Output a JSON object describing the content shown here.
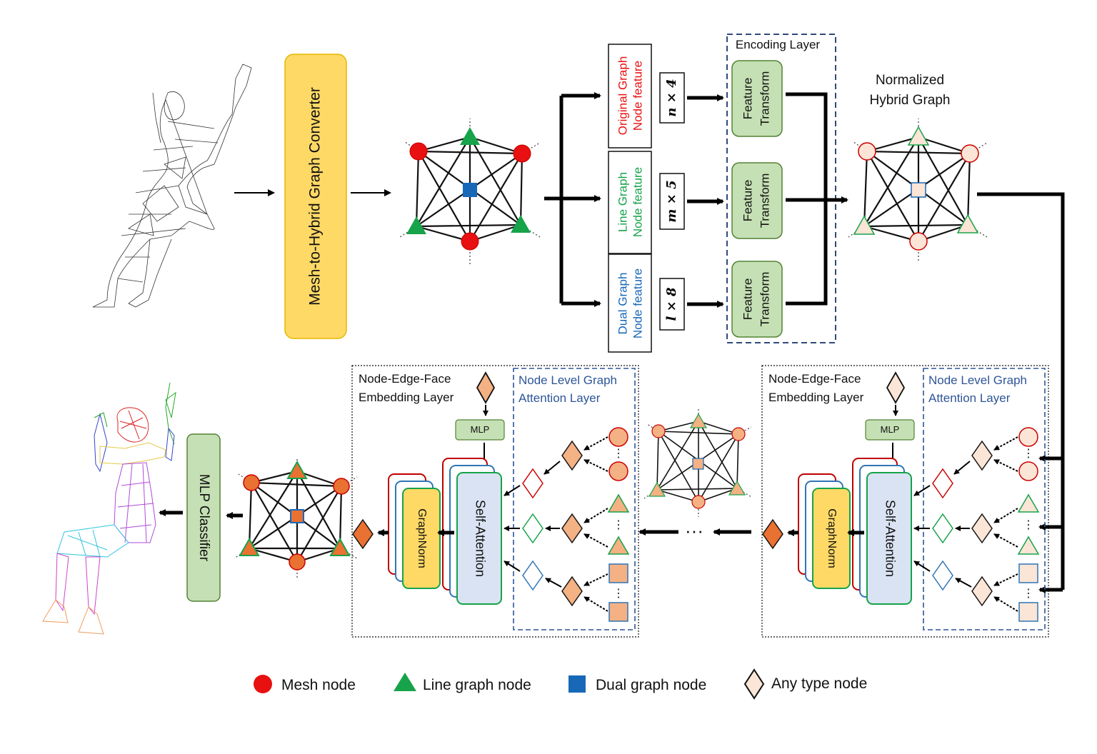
{
  "colors": {
    "mesh": "#e81010",
    "line": "#16a34a",
    "dual": "#1868b8",
    "any": "#f4c49c",
    "any_dark": "#f29a70",
    "converter": "#ffd966",
    "feature": "#c5e0b4",
    "attention": "#dae3f3",
    "graphnorm": "#ffd966",
    "blue_text": "#2e5597"
  },
  "converter": {
    "label": "Mesh-to-Hybrid Graph Converter"
  },
  "inputs": [
    {
      "title_line1": "Original Graph",
      "title_line2": "Node feature",
      "dim": "n × 4",
      "color": "red"
    },
    {
      "title_line1": "Line Graph",
      "title_line2": "Node feature",
      "dim": "m × 5",
      "color": "green"
    },
    {
      "title_line1": "Dual Graph",
      "title_line2": "Node feature",
      "dim": "l × 8",
      "color": "blue"
    }
  ],
  "encoding": {
    "title": "Encoding Layer",
    "transform_line1": "Feature",
    "transform_line2": "Transform"
  },
  "normalized": {
    "line1": "Normalized",
    "line2": "Hybrid Graph"
  },
  "blocks": [
    {
      "embedding_line1": "Node-Edge-Face",
      "embedding_line2": "Embedding Layer",
      "attention_line1": "Node Level Graph",
      "attention_line2": "Attention Layer",
      "mlp": "MLP",
      "self_attention": "Self-Attention",
      "graphnorm": "GraphNorm"
    },
    {
      "embedding_line1": "Node-Edge-Face",
      "embedding_line2": "Embedding Layer",
      "attention_line1": "Node Level Graph",
      "attention_line2": "Attention Layer",
      "mlp": "MLP",
      "self_attention": "Self-Attention",
      "graphnorm": "GraphNorm"
    }
  ],
  "ellipsis": "···",
  "classifier": {
    "label": "MLP Classifier"
  },
  "legend": [
    {
      "shape": "circle",
      "label": "Mesh node"
    },
    {
      "shape": "triangle",
      "label": "Line graph node"
    },
    {
      "shape": "square",
      "label": "Dual graph node"
    },
    {
      "shape": "diamond",
      "label": "Any type node"
    }
  ]
}
